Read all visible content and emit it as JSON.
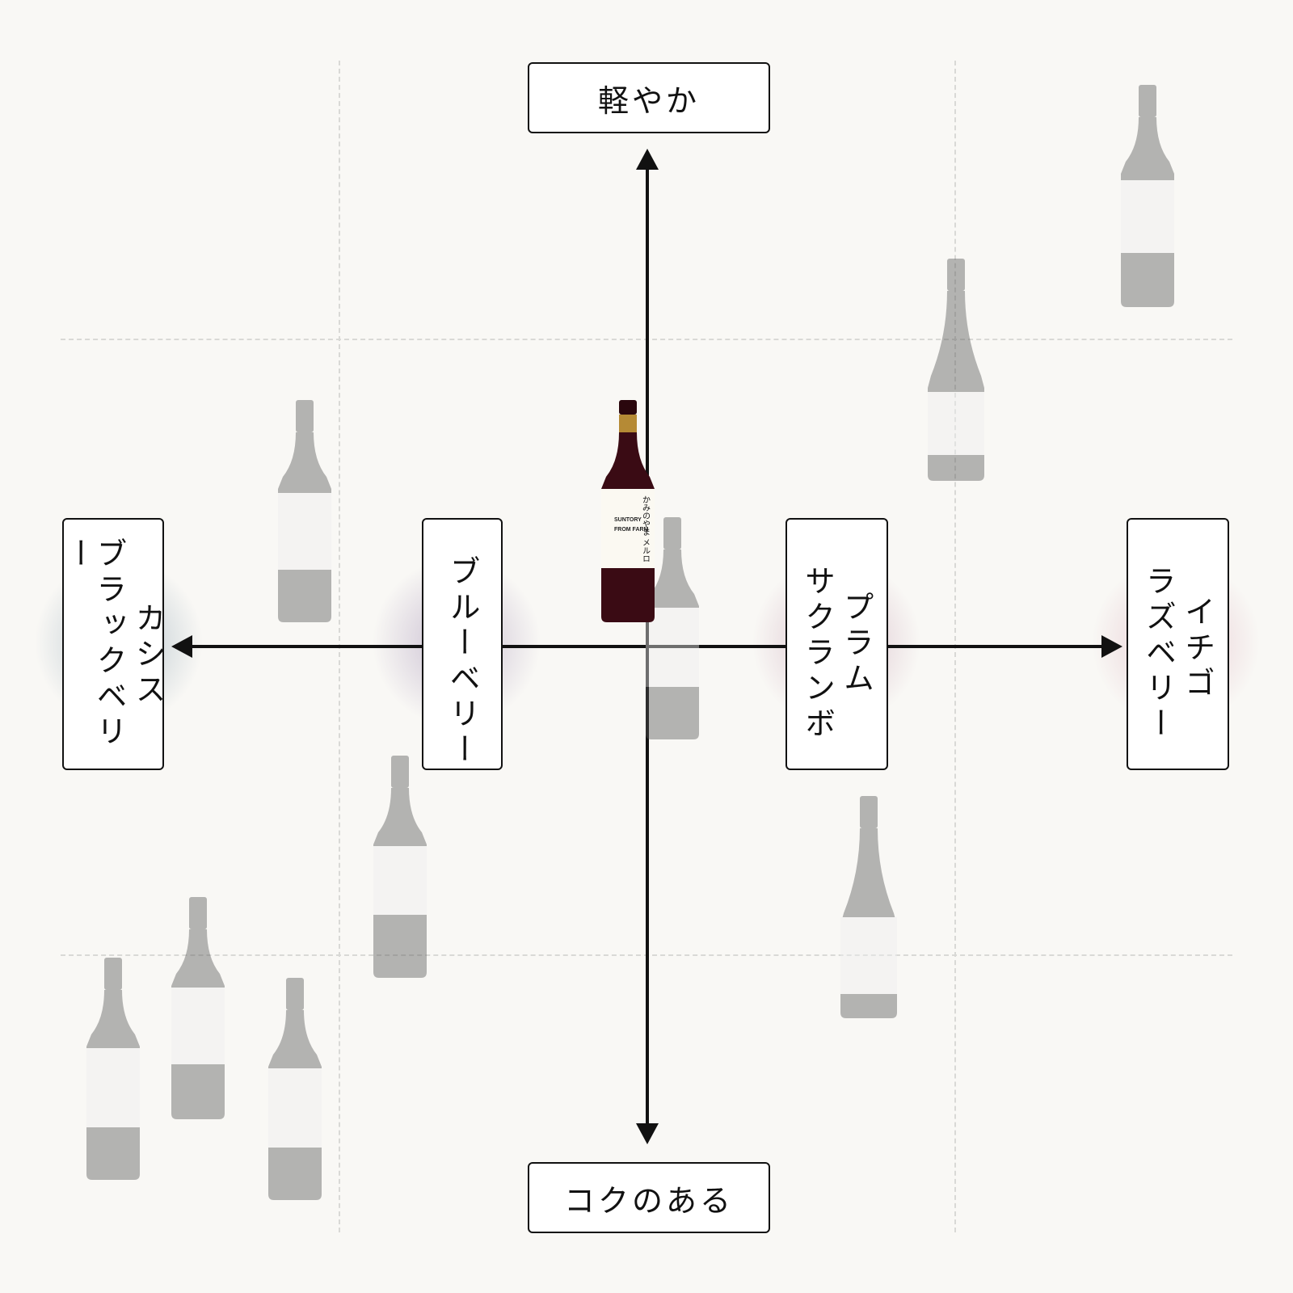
{
  "axes": {
    "top_label": "軽やか",
    "bottom_label": "コクのある"
  },
  "flavor_boxes": [
    {
      "lines": [
        "カシス",
        "ブラックベリー"
      ],
      "glow": "#b7c4cc"
    },
    {
      "lines": [
        "ブルーベリー"
      ],
      "glow": "#c8bdd0"
    },
    {
      "lines": [
        "プラム",
        "サクランボ"
      ],
      "glow": "#d9c0cb"
    },
    {
      "lines": [
        "イチゴ",
        "ラズベリー"
      ],
      "glow": "#e6c9d0"
    }
  ],
  "featured_bottle": {
    "brand": "SUNTORY",
    "series": "FROM FARM",
    "name": "かみのやま メルロ"
  },
  "colors": {
    "background": "#f9f8f5",
    "axis": "#111111",
    "grid": "#d9d9d6",
    "featured_wine": "#3a0b14",
    "featured_capsule": "#b58a35"
  }
}
